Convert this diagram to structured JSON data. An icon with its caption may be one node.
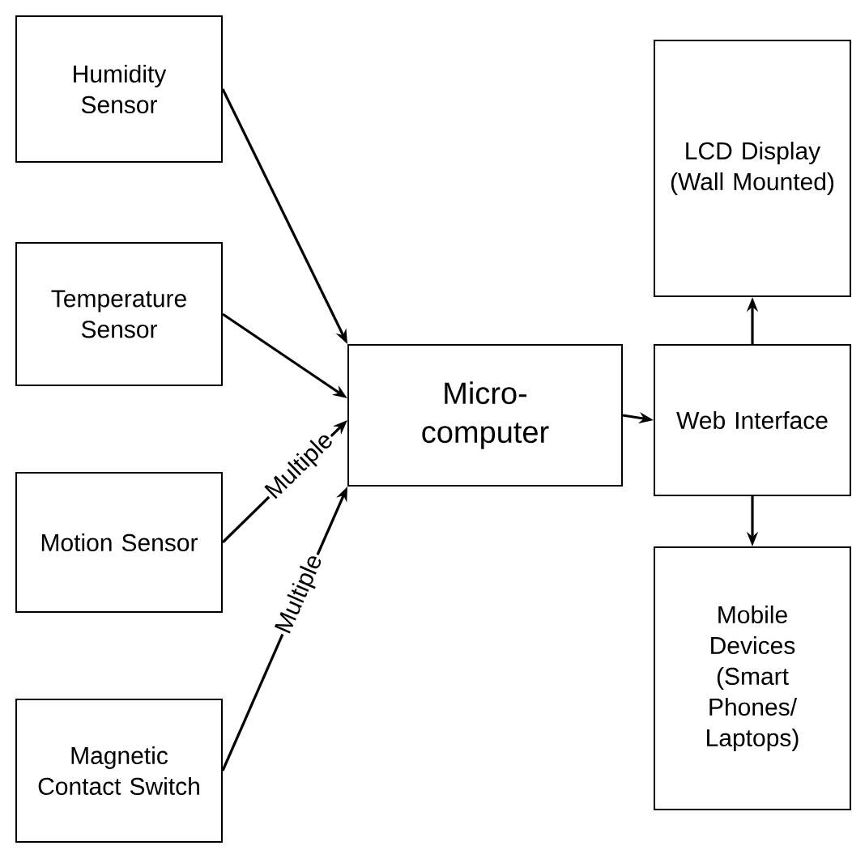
{
  "diagram": {
    "nodes": [
      {
        "text": [
          "Humidity Sensor"
        ]
      },
      {
        "text": [
          "Temperature Sensor"
        ]
      },
      {
        "text": [
          "Motion Sensor"
        ]
      },
      {
        "text": [
          "Magnetic Contact Switch"
        ]
      },
      {
        "text": [
          "Micro- computer"
        ]
      },
      {
        "text": [
          "LCD Display (Wall Mounted)"
        ]
      },
      {
        "text": [
          "Web Interface"
        ]
      },
      {
        "text": [
          "Mobile Devices (Smart Phones/ Laptops)"
        ]
      }
    ],
    "edges": [
      {
        "from": 0,
        "to": 4,
        "arrow": "to"
      },
      {
        "from": 1,
        "to": 4,
        "arrow": "to"
      },
      {
        "from": 2,
        "to": 4,
        "arrow": "to",
        "label": "Multiple"
      },
      {
        "from": 3,
        "to": 4,
        "arrow": "to",
        "label": "Multiple"
      },
      {
        "from": 4,
        "to": 6,
        "arrow": "to"
      },
      {
        "from": 6,
        "to": 5,
        "arrow": "to"
      },
      {
        "from": 6,
        "to": 7,
        "arrow": "to"
      }
    ]
  }
}
